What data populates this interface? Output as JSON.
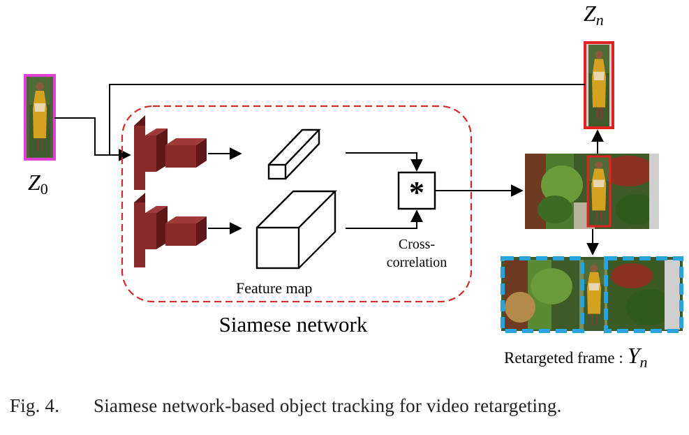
{
  "colors": {
    "input_box": "#e23fd6",
    "target_box": "#e02222",
    "siamese_border": "#d12a2a",
    "cnn_block": "#8b2a2a",
    "cnn_block_dark": "#5f1717",
    "retarget_border": "#29a3dc",
    "line": "#000000"
  },
  "labels": {
    "z0_base": "Z",
    "z0_sub": "0",
    "zn_base": "Z",
    "zn_sub": "n",
    "feature_map": "Feature map",
    "cross_correlation_line1": "Cross-",
    "cross_correlation_line2": "correlation",
    "siamese_network": "Siamese network",
    "retargeted_frame": "Retargeted frame :",
    "yn_base": "Y",
    "yn_sub": "n",
    "correlation_symbol": "*"
  },
  "caption": {
    "number": "Fig. 4.",
    "text": "Siamese network-based object tracking for video retargeting."
  }
}
